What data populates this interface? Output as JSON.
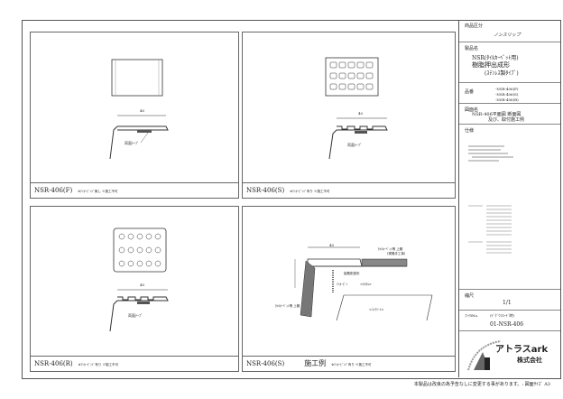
{
  "panels": [
    {
      "label": "NSR-406(F)",
      "note": "※ｱﾝｶｰﾋﾟﾝﾄﾞ無し ※施工不可",
      "dim": "40",
      "tape": "両面ﾃｰﾌﾟ"
    },
    {
      "label": "NSR-406(S)",
      "note": "※ｱﾝｶｰﾋﾟﾝﾄﾞ有り ※施工不可",
      "dim": "40",
      "tape": "両面ﾃｰﾌﾟ"
    },
    {
      "label": "NSR-406(R)",
      "note": "※ｱﾝｶｰﾋﾟﾝﾄﾞ有り ※施工不可",
      "dim": "40",
      "tape": "両面ﾃｰﾌﾟ"
    },
    {
      "label": "NSR-406(S)",
      "title": "施工例",
      "note": "※ｱﾝｶｰﾋﾟﾝﾄﾞ有り ※施工不可",
      "dim": "40",
      "callout1": "ﾀｲﾙｶｰﾍﾟｯﾄ等 上敷",
      "callout1b": "(現場手工事)",
      "adhesive": "接着剤塗布",
      "pin": "ｱﾝｶｰﾋﾟﾝ",
      "mortar": "<ﾓﾙﾀﾙ>",
      "concrete": "<ｺﾝｸﾘｰﾄ>"
    }
  ],
  "title_block": {
    "category_label": "商品区分",
    "category": "ノンスリップ",
    "name_label": "製品名",
    "name1": "NSR(ﾀｲﾙｶｰﾍﾟｯﾄ用)",
    "name2": "樹脂押出成形",
    "name3": "(ｽﾃﾝﾚｽ製ﾀｲﾌﾟ)",
    "code_label": "品番",
    "codes": [
      "-NSR-406(F)",
      "-NSR-406(S)",
      "-NSR-406(R)"
    ],
    "drawing_label": "図面名",
    "drawing1": "NSR-406平面図 断面図",
    "drawing2": "及び、取付施工例",
    "spec_label": "仕様",
    "scale_label": "縮尺",
    "scale": "1/1",
    "file_label": "ﾌｧｲﾙNo.",
    "file_note": "(ﾃﾞｸﾞｳﾝﾛｰﾄﾞ時)",
    "file_no": "01-NSR-406",
    "company1": "アトラスark",
    "company2": "株式会社"
  },
  "footer": "本製品は改良の為予告なしに変更する事があります。: 図面ｻｲｽﾞ A3"
}
